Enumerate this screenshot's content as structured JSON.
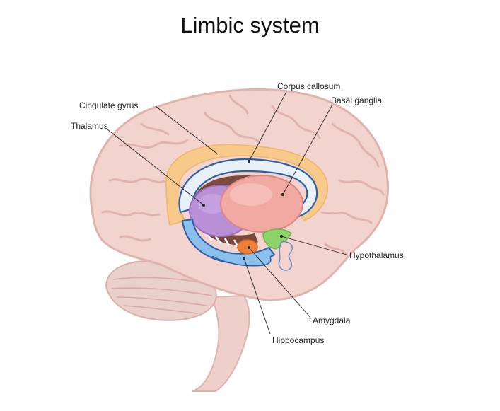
{
  "title": "Limbic system",
  "labels": {
    "corpus_callosum": "Corpus callosum",
    "basal_ganglia": "Basal ganglia",
    "cingulate_gyrus": "Cingulate gyrus",
    "thalamus": "Thalamus",
    "hypothalamus": "Hypothalamus",
    "amygdala": "Amygdala",
    "hippocampus": "Hippocampus"
  },
  "colors": {
    "brain": "#f3d3ce",
    "brain_fold": "#e4b7b1",
    "cerebellum": "#e8cbc6",
    "cingulate": "#f7c98a",
    "corpus_callosum": "#e9f1f8",
    "corpus_outline": "#2b5fa8",
    "thalamus": "#b98fd6",
    "basal_ganglia": "#f1a9a3",
    "fornix": "#7a4a3c",
    "hypothalamus": "#8cd36a",
    "amygdala": "#f07f3a",
    "hippocampus": "#8cc0ec"
  }
}
